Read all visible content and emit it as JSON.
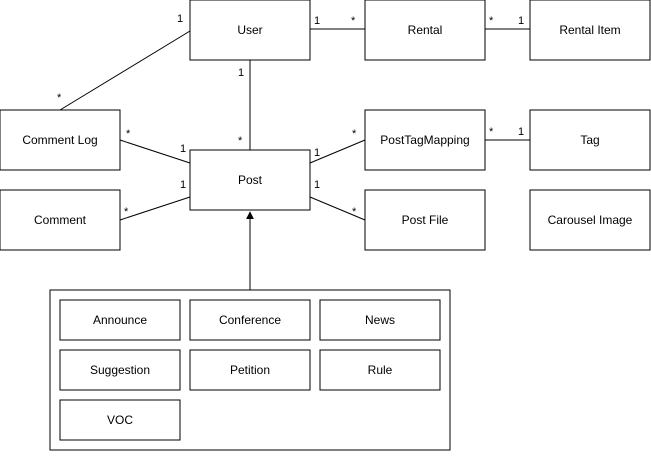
{
  "entities": {
    "user": "User",
    "rental": "Rental",
    "rental_item": "Rental Item",
    "comment_log": "Comment Log",
    "post": "Post",
    "post_tag_mapping": "PostTagMapping",
    "tag": "Tag",
    "comment": "Comment",
    "post_file": "Post File",
    "carousel_image": "Carousel Image"
  },
  "post_subtypes": [
    "Announce",
    "Conference",
    "News",
    "Suggestion",
    "Petition",
    "Rule",
    "VOC"
  ],
  "multiplicities": {
    "user_rental": {
      "user": "1",
      "rental": "*"
    },
    "rental_rentalitem": {
      "rental": "*",
      "rental_item": "1"
    },
    "user_commentlog": {
      "user": "1",
      "comment_log": "*"
    },
    "user_post": {
      "user": "1",
      "post": "*"
    },
    "commentlog_post": {
      "comment_log": "*",
      "post": "1"
    },
    "comment_post": {
      "comment": "*",
      "post": "1"
    },
    "post_posttagmapping": {
      "post": "1",
      "post_tag_mapping": "*"
    },
    "posttagmapping_tag": {
      "post_tag_mapping": "*",
      "tag": "1"
    },
    "post_postfile": {
      "post": "1",
      "post_file": "*"
    }
  }
}
